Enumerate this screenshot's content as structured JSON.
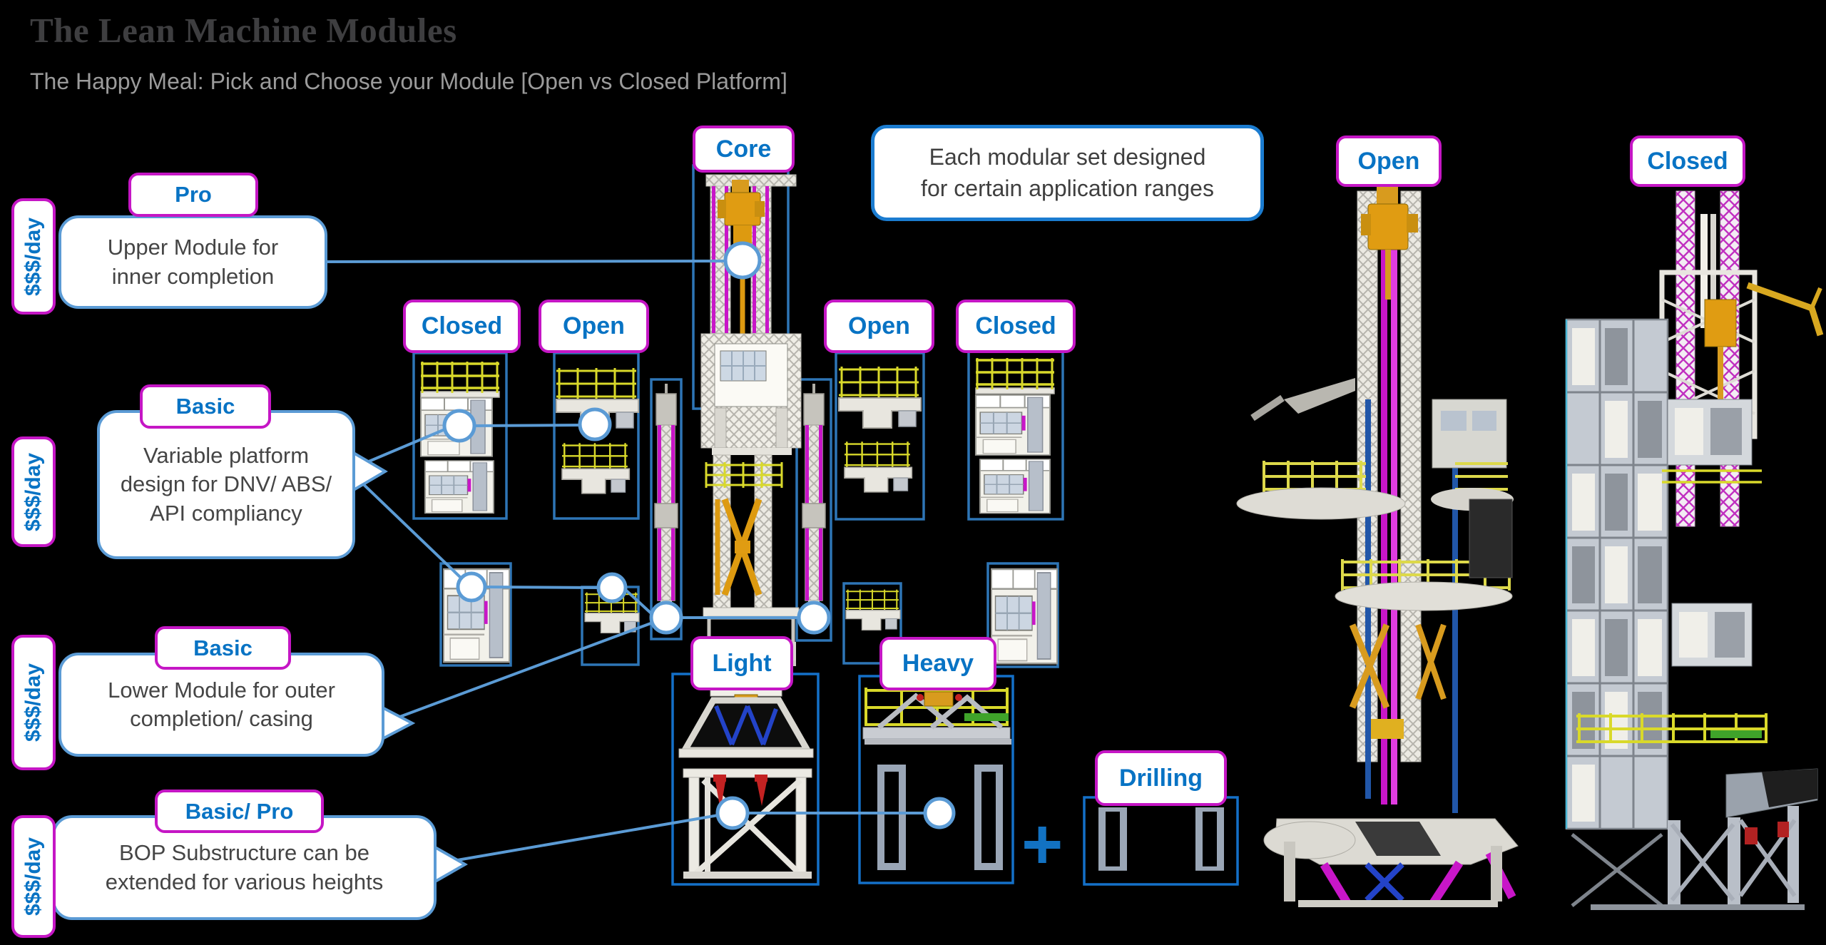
{
  "header": {
    "title": "The Lean Machine Modules",
    "subtitle": "The Happy Meal: Pick and Choose your Module [Open vs Closed Platform]"
  },
  "price_tags": [
    "$$$/day",
    "$$$/day",
    "$$$/day",
    "$$$/day"
  ],
  "callouts": [
    {
      "tag": "Pro",
      "text": "Upper Module for inner completion",
      "lines": [
        "Upper Module for",
        "inner completion"
      ]
    },
    {
      "tag": "Basic",
      "text": "Variable platform design for DNV/ ABS/ API compliancy",
      "lines": [
        "Variable platform",
        "design for DNV/ ABS/",
        "API compliancy"
      ]
    },
    {
      "tag": "Basic",
      "text": "Lower Module for outer completion/ casing",
      "lines": [
        "Lower Module for outer",
        "completion/ casing"
      ]
    },
    {
      "tag": "Basic/ Pro",
      "text": "BOP Substructure can be extended for various heights",
      "lines": [
        "BOP Substructure can be",
        "extended for various heights"
      ]
    }
  ],
  "info_box": {
    "text": "Each modular set designed for certain application ranges",
    "lines": [
      "Each modular set designed",
      "for certain application ranges"
    ]
  },
  "module_labels": {
    "core": "Core",
    "mid_left_closed": "Closed",
    "mid_left_open": "Open",
    "mid_right_open": "Open",
    "mid_right_closed": "Closed",
    "light": "Light",
    "heavy": "Heavy",
    "drilling": "Drilling"
  },
  "rig_labels": {
    "open": "Open",
    "closed": "Closed"
  },
  "plus_sign": "+",
  "colors": {
    "accent_blue": "#0873C4",
    "magenta_border": "#C516C5",
    "callout_border": "#5B9BD5",
    "module_box_blue": "#2E75B6",
    "title_gray": "#3e3e40"
  }
}
